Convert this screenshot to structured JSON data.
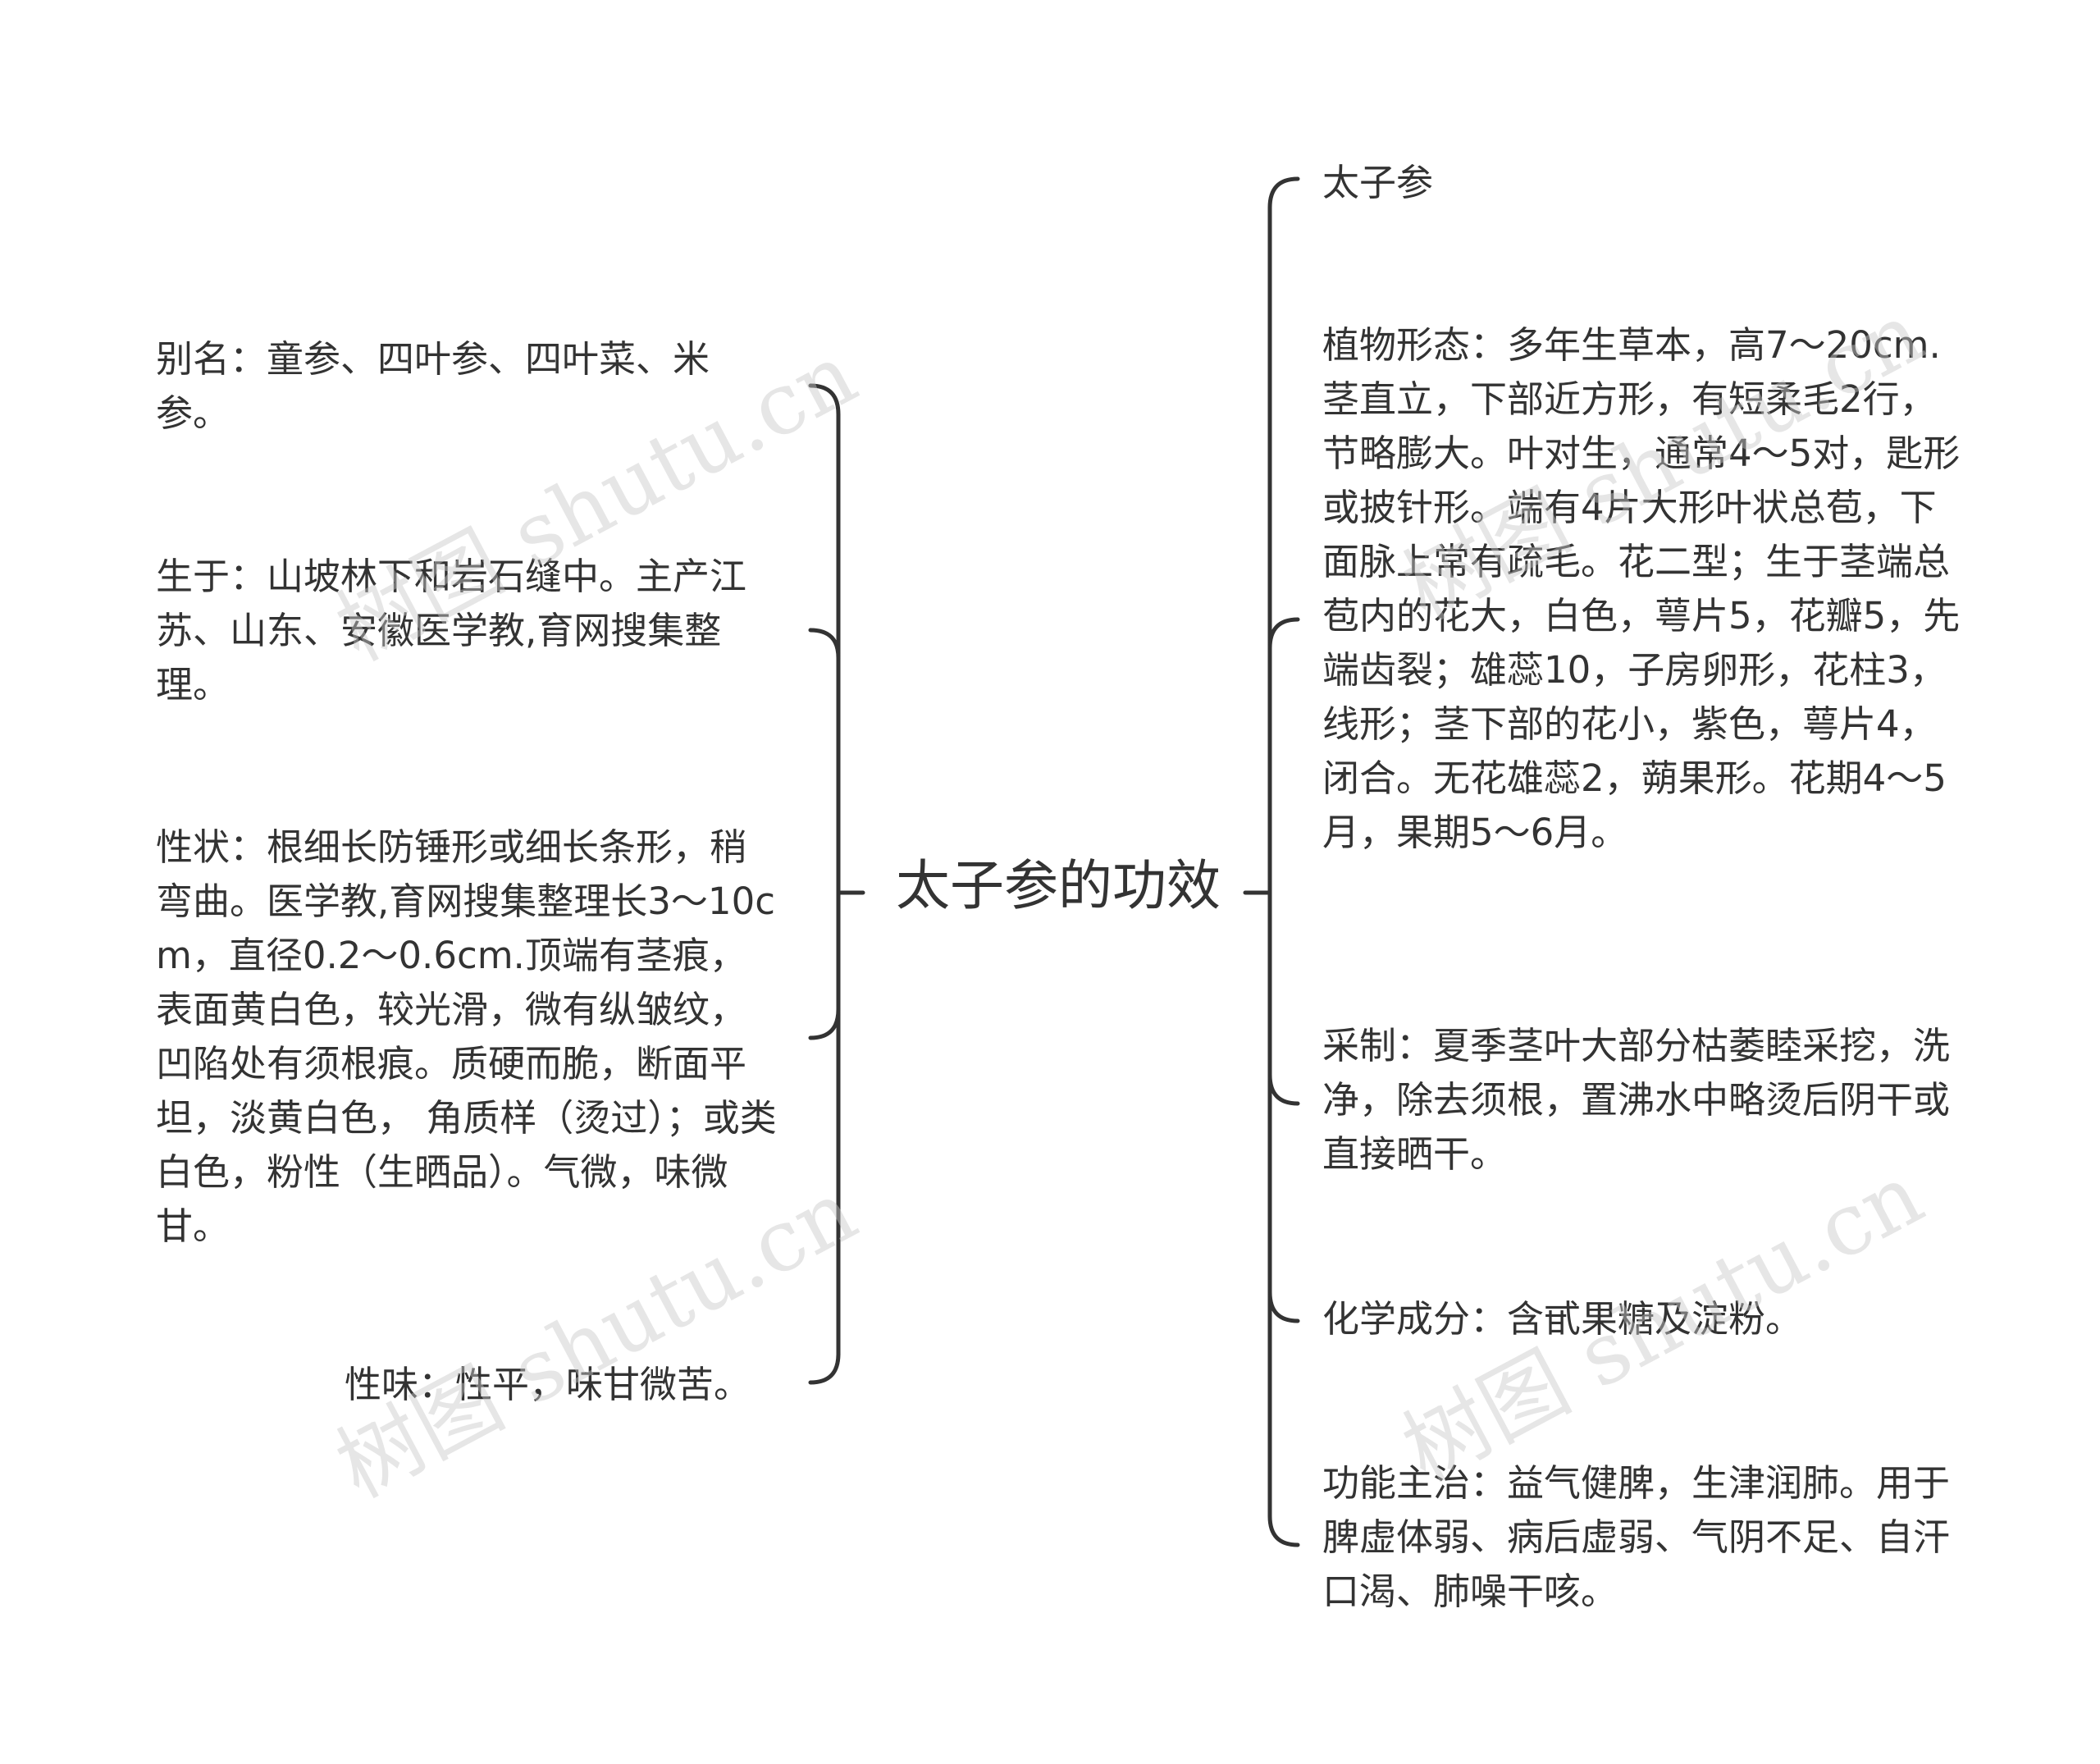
{
  "root": {
    "title": "太子参的功效"
  },
  "left_branches": [
    {
      "text": "别名：童参、四叶参、四叶菜、米参。"
    },
    {
      "text": "生于：山坡林下和岩石缝中。主产江苏、山东、安徽医学教,育网搜集整理。"
    },
    {
      "text": "性状：根细长防锤形或细长条形，稍弯曲。医学教,育网搜集整理长3～10cm，直径0.2～0.6cm.顶端有茎痕，表面黄白色，较光滑，微有纵皱纹，凹陷处有须根痕。质硬而脆，断面平坦，淡黄白色， 角质样（烫过）；或类白色，粉性（生晒品）。气微，味微甘。"
    },
    {
      "text": "性味：性平，味甘微苦。"
    }
  ],
  "right_branches": [
    {
      "text": "太子参"
    },
    {
      "text": "植物形态：多年生草本，高7～20cm.茎直立，下部近方形，有短柔毛2行，节略膨大。叶对生，通常4～5对，匙形或披针形。端有4片大形叶状总苞，下面脉上常有疏毛。花二型；生于茎端总苞内的花大，白色，萼片5，花瓣5，先端齿裂；雄蕊10，子房卵形，花柱3，线形；茎下部的花小，紫色，萼片4，闭合。无花雄蕊2，蒴果形。花期4～5月，果期5～6月。"
    },
    {
      "text": "采制：夏季茎叶大部分枯萎睦采挖，洗净，除去须根，置沸水中略烫后阴干或直接晒干。"
    },
    {
      "text": "化学成分：含甙果糖及淀粉。"
    },
    {
      "text": "功能主治：益气健脾，生津润肺。用于脾虚体弱、病后虚弱、气阴不足、自汗口渴、肺噪干咳。"
    }
  ],
  "watermark": "树图 shutu.cn",
  "colors": {
    "line": "#333333",
    "text": "#333333",
    "watermark": "#c8c8c8"
  }
}
